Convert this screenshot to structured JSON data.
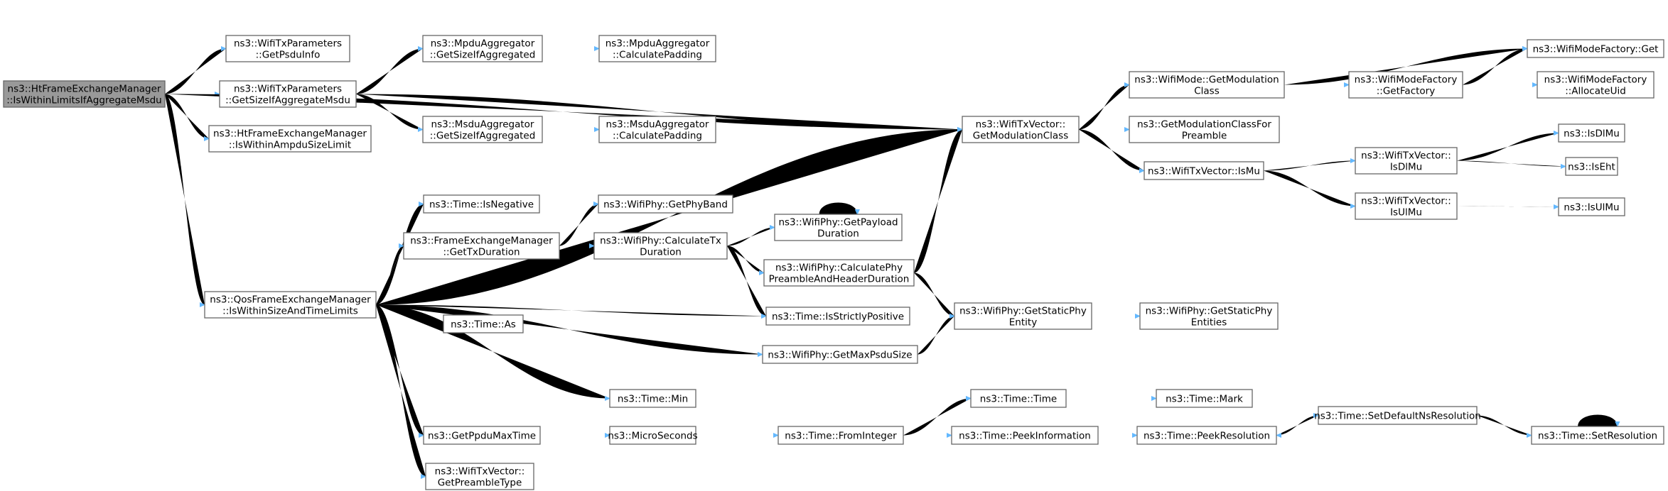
{
  "graph": {
    "title": "",
    "nodes": [
      {
        "id": "n0",
        "lines": [
          "ns3::HtFrameExchangeManager",
          "::IsWithinLimitsIfAggregateMsdu"
        ],
        "root": true
      },
      {
        "id": "n1",
        "lines": [
          "ns3::WifiTxParameters",
          "::GetPsduInfo"
        ]
      },
      {
        "id": "n2",
        "lines": [
          "ns3::WifiTxParameters",
          "::GetSizeIfAggregateMsdu"
        ]
      },
      {
        "id": "n3",
        "lines": [
          "ns3::HtFrameExchangeManager",
          "::IsWithinAmpduSizeLimit"
        ]
      },
      {
        "id": "n4",
        "lines": [
          "ns3::QosFrameExchangeManager",
          "::IsWithinSizeAndTimeLimits"
        ]
      },
      {
        "id": "n5",
        "lines": [
          "ns3::MpduAggregator",
          "::GetSizeIfAggregated"
        ]
      },
      {
        "id": "n6",
        "lines": [
          "ns3::MpduAggregator",
          "::CalculatePadding"
        ]
      },
      {
        "id": "n7",
        "lines": [
          "ns3::MsduAggregator",
          "::GetSizeIfAggregated"
        ]
      },
      {
        "id": "n8",
        "lines": [
          "ns3::MsduAggregator",
          "::CalculatePadding"
        ]
      },
      {
        "id": "n9",
        "lines": [
          "ns3::WifiTxVector::",
          "GetModulationClass"
        ]
      },
      {
        "id": "n10",
        "lines": [
          "ns3::WifiMode::GetModulation",
          "Class"
        ]
      },
      {
        "id": "n11",
        "lines": [
          "ns3::GetModulationClassFor",
          "Preamble"
        ]
      },
      {
        "id": "n12",
        "lines": [
          "ns3::WifiTxVector::IsMu"
        ]
      },
      {
        "id": "n13",
        "lines": [
          "ns3::WifiModeFactory::Get"
        ]
      },
      {
        "id": "n14",
        "lines": [
          "ns3::WifiModeFactory",
          "::GetFactory"
        ]
      },
      {
        "id": "n15",
        "lines": [
          "ns3::WifiModeFactory",
          "::AllocateUid"
        ]
      },
      {
        "id": "n16",
        "lines": [
          "ns3::WifiTxVector::",
          "IsDlMu"
        ]
      },
      {
        "id": "n17",
        "lines": [
          "ns3::WifiTxVector::",
          "IsUlMu"
        ]
      },
      {
        "id": "n18",
        "lines": [
          "ns3::IsDlMu"
        ]
      },
      {
        "id": "n19",
        "lines": [
          "ns3::IsEht"
        ]
      },
      {
        "id": "n20",
        "lines": [
          "ns3::IsUlMu"
        ]
      },
      {
        "id": "n21",
        "lines": [
          "ns3::Time::IsNegative"
        ]
      },
      {
        "id": "n22",
        "lines": [
          "ns3::FrameExchangeManager",
          "::GetTxDuration"
        ]
      },
      {
        "id": "n23",
        "lines": [
          "ns3::WifiPhy::GetPhyBand"
        ]
      },
      {
        "id": "n24",
        "lines": [
          "ns3::WifiPhy::CalculateTx",
          "Duration"
        ]
      },
      {
        "id": "n25",
        "lines": [
          "ns3::WifiPhy::GetPayload",
          "Duration"
        ]
      },
      {
        "id": "n26",
        "lines": [
          "ns3::WifiPhy::CalculatePhy",
          "PreambleAndHeaderDuration"
        ]
      },
      {
        "id": "n27",
        "lines": [
          "ns3::WifiPhy::GetStaticPhy",
          "Entity"
        ]
      },
      {
        "id": "n28",
        "lines": [
          "ns3::WifiPhy::GetStaticPhy",
          "Entities"
        ]
      },
      {
        "id": "n29",
        "lines": [
          "ns3::Time::IsStrictlyPositive"
        ]
      },
      {
        "id": "n30",
        "lines": [
          "ns3::Time::As"
        ]
      },
      {
        "id": "n31",
        "lines": [
          "ns3::WifiPhy::GetMaxPsduSize"
        ]
      },
      {
        "id": "n32",
        "lines": [
          "ns3::Time::Min"
        ]
      },
      {
        "id": "n33",
        "lines": [
          "ns3::Time::Time"
        ]
      },
      {
        "id": "n34",
        "lines": [
          "ns3::Time::Mark"
        ]
      },
      {
        "id": "n35",
        "lines": [
          "ns3::GetPpduMaxTime"
        ]
      },
      {
        "id": "n36",
        "lines": [
          "ns3::MicroSeconds"
        ]
      },
      {
        "id": "n37",
        "lines": [
          "ns3::Time::FromInteger"
        ]
      },
      {
        "id": "n38",
        "lines": [
          "ns3::Time::PeekInformation"
        ]
      },
      {
        "id": "n39",
        "lines": [
          "ns3::Time::PeekResolution"
        ]
      },
      {
        "id": "n40",
        "lines": [
          "ns3::Time::SetDefaultNsResolution"
        ]
      },
      {
        "id": "n41",
        "lines": [
          "ns3::Time::SetResolution"
        ]
      },
      {
        "id": "n42",
        "lines": [
          "ns3::WifiTxVector::",
          "GetPreambleType"
        ]
      }
    ],
    "edges": [
      [
        "n0",
        "n1"
      ],
      [
        "n0",
        "n2"
      ],
      [
        "n0",
        "n3"
      ],
      [
        "n0",
        "n4"
      ],
      [
        "n0",
        "n9"
      ],
      [
        "n2",
        "n5"
      ],
      [
        "n2",
        "n7"
      ],
      [
        "n2",
        "n9"
      ],
      [
        "n5",
        "n6"
      ],
      [
        "n7",
        "n8"
      ],
      [
        "n9",
        "n10"
      ],
      [
        "n9",
        "n11"
      ],
      [
        "n9",
        "n12"
      ],
      [
        "n10",
        "n13"
      ],
      [
        "n10",
        "n14"
      ],
      [
        "n14",
        "n13"
      ],
      [
        "n14",
        "n15"
      ],
      [
        "n12",
        "n16"
      ],
      [
        "n12",
        "n17"
      ],
      [
        "n16",
        "n18"
      ],
      [
        "n16",
        "n19"
      ],
      [
        "n17",
        "n20"
      ],
      [
        "n4",
        "n9"
      ],
      [
        "n4",
        "n21"
      ],
      [
        "n4",
        "n22"
      ],
      [
        "n4",
        "n29"
      ],
      [
        "n4",
        "n30"
      ],
      [
        "n4",
        "n31"
      ],
      [
        "n4",
        "n32"
      ],
      [
        "n4",
        "n35"
      ],
      [
        "n4",
        "n42"
      ],
      [
        "n22",
        "n23"
      ],
      [
        "n22",
        "n24"
      ],
      [
        "n24",
        "n25"
      ],
      [
        "n24",
        "n26"
      ],
      [
        "n24",
        "n29"
      ],
      [
        "n25",
        "n25"
      ],
      [
        "n26",
        "n9"
      ],
      [
        "n26",
        "n27"
      ],
      [
        "n27",
        "n28"
      ],
      [
        "n31",
        "n27"
      ],
      [
        "n32",
        "n33"
      ],
      [
        "n33",
        "n34"
      ],
      [
        "n35",
        "n36"
      ],
      [
        "n36",
        "n37"
      ],
      [
        "n37",
        "n33"
      ],
      [
        "n37",
        "n38"
      ],
      [
        "n38",
        "n39"
      ],
      [
        "n39",
        "n40"
      ],
      [
        "n40",
        "n41"
      ],
      [
        "n41",
        "n39"
      ],
      [
        "n41",
        "n41"
      ]
    ]
  }
}
